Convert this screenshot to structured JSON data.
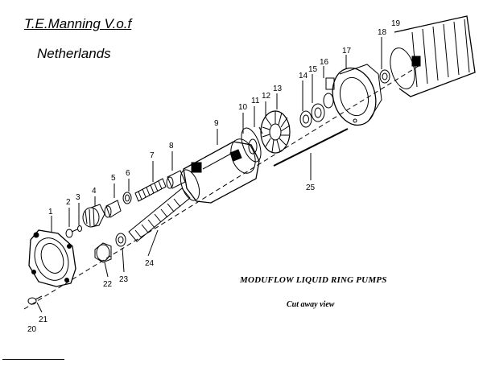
{
  "header": {
    "company": "T.E.Manning V.o.f",
    "country": "Netherlands"
  },
  "caption": {
    "title": "MODUFLOW LIQUID RING PUMPS",
    "subtitle": "Cut away view"
  },
  "part_numbers": [
    "1",
    "2",
    "3",
    "4",
    "5",
    "6",
    "7",
    "8",
    "9",
    "10",
    "11",
    "12",
    "13",
    "14",
    "15",
    "16",
    "17",
    "18",
    "19",
    "20",
    "21",
    "22",
    "23",
    "24",
    "25"
  ]
}
